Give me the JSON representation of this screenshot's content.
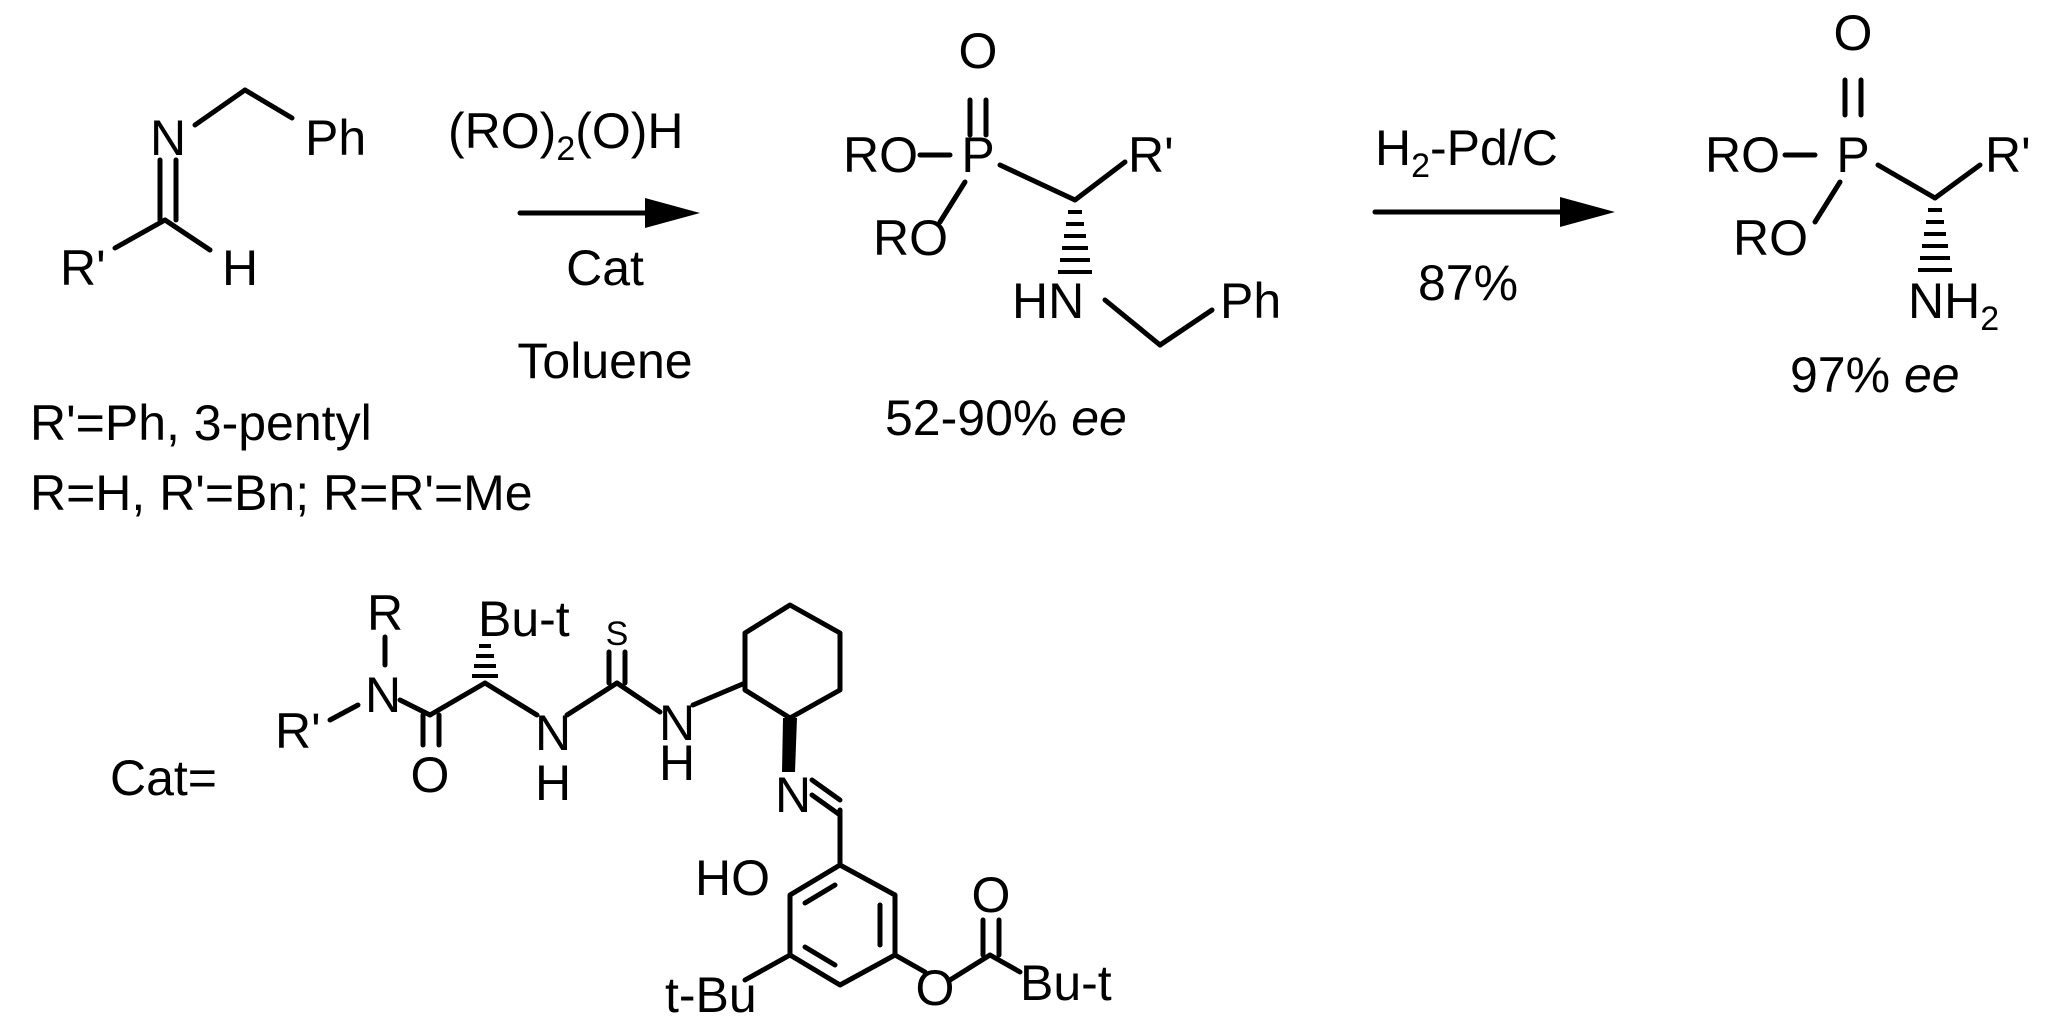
{
  "colors": {
    "ink": "#000000",
    "background": "#ffffff"
  },
  "start_imine": {
    "n": "N",
    "ph": "Ph",
    "r_prime": "R'",
    "h": "H"
  },
  "arrow1": {
    "reagent_pre": "(RO)",
    "reagent_sub": "2",
    "reagent_post": "(O)H",
    "catalyst": "Cat",
    "solvent": "Toluene"
  },
  "substituent_notes": {
    "line1": "R'=Ph, 3-pentyl",
    "line2": "R=H, R'=Bn; R=R'=Me"
  },
  "product1": {
    "o": "O",
    "p": "P",
    "ro_top": "RO",
    "ro_bottom": "RO",
    "r_prime": "R'",
    "hn": "HN",
    "ph": "Ph",
    "ee_value": "52-90%",
    "ee_unit": "ee"
  },
  "arrow2": {
    "reagent_pre": "H",
    "reagent_sub": "2",
    "reagent_post": "-Pd/C",
    "yield": "87%"
  },
  "product2": {
    "o": "O",
    "p": "P",
    "ro_top": "RO",
    "ro_bottom": "RO",
    "r_prime": "R'",
    "nh": "NH",
    "nh_sub": "2",
    "ee_value": "97%",
    "ee_unit": "ee"
  },
  "catalyst": {
    "prefix": "Cat=",
    "r": "R",
    "r_prime": "R'",
    "n_amide": "N",
    "o_amide": "O",
    "bu_t_top": "Bu-t",
    "s": "S",
    "n_urea_left": "N",
    "h_urea_left": "H",
    "n_urea_right": "N",
    "h_urea_right": "H",
    "n_imine": "N",
    "ho": "HO",
    "t_bu": "t-Bu",
    "o_ester": "O",
    "o_carbonyl": "O",
    "bu_t_ester": "Bu-t"
  }
}
